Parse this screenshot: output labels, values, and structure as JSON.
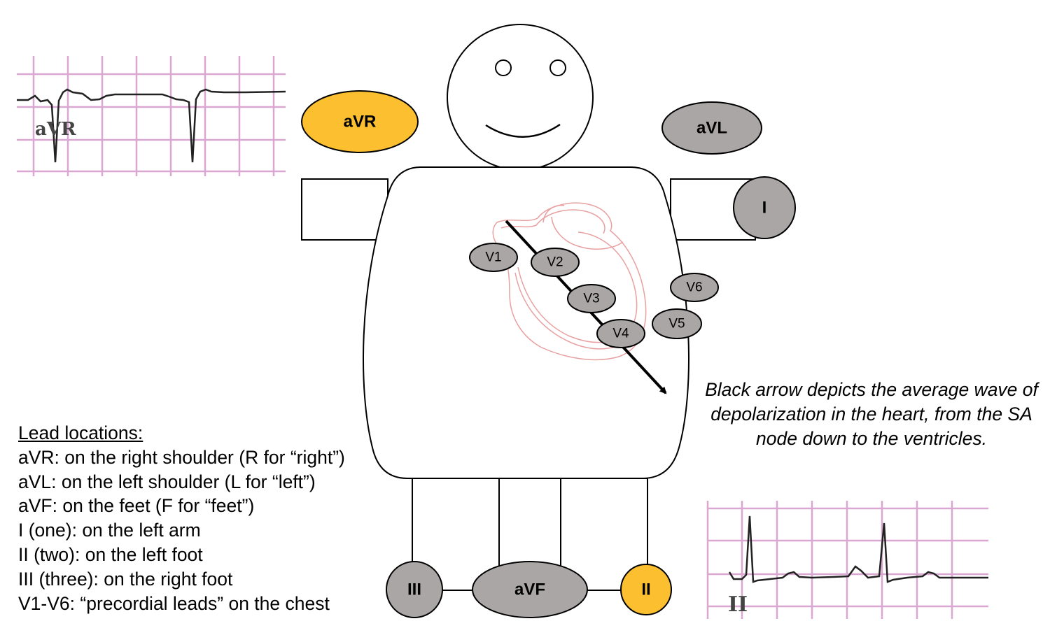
{
  "leads": {
    "aVR": "aVR",
    "aVL": "aVL",
    "I": "I",
    "II": "II",
    "III": "III",
    "aVF": "aVF",
    "V1": "V1",
    "V2": "V2",
    "V3": "V3",
    "V4": "V4",
    "V5": "V5",
    "V6": "V6"
  },
  "colors": {
    "highlight": "#fbbf2f",
    "lead_gray": "#aaa6a6",
    "ecg_grid": "#d9a7d2",
    "heart_outline": "#e8a0a0"
  },
  "ecg_strips": {
    "top_left": {
      "label": "aVR"
    },
    "bottom_right": {
      "label": "II"
    }
  },
  "caption": "Black arrow depicts the average wave of depolarization in the heart, from the SA node down to the ventricles.",
  "legend": {
    "title": "Lead locations:",
    "items": [
      "aVR: on the right shoulder (R for “right”)",
      "aVL: on the left shoulder (L for “left”)",
      "aVF: on the feet (F for “feet”)",
      "I (one): on the left arm",
      "II (two): on the left foot",
      "III (three): on the right foot",
      "V1-V6: “precordial leads” on the chest"
    ]
  }
}
